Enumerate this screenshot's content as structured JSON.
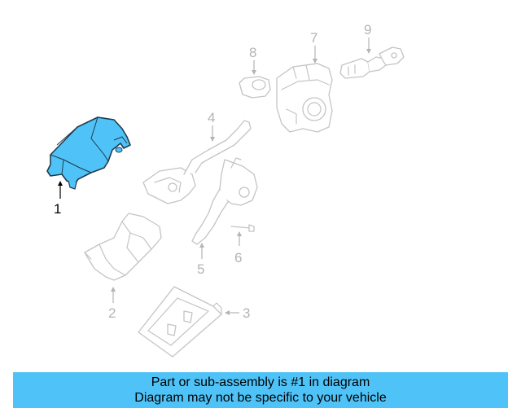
{
  "diagram": {
    "callouts": [
      {
        "id": "1",
        "label": "1",
        "highlighted": true
      },
      {
        "id": "2",
        "label": "2",
        "highlighted": false
      },
      {
        "id": "3",
        "label": "3",
        "highlighted": false
      },
      {
        "id": "4",
        "label": "4",
        "highlighted": false
      },
      {
        "id": "5",
        "label": "5",
        "highlighted": false
      },
      {
        "id": "6",
        "label": "6",
        "highlighted": false
      },
      {
        "id": "7",
        "label": "7",
        "highlighted": false
      },
      {
        "id": "8",
        "label": "8",
        "highlighted": false
      },
      {
        "id": "9",
        "label": "9",
        "highlighted": false
      }
    ],
    "highlight_color": "#4fc3f7",
    "part_color": "#c4c4c4"
  },
  "banner": {
    "line1": "Part or sub-assembly is #1 in diagram",
    "line2": "Diagram may not be specific to your vehicle",
    "background": "#4fc3f7"
  }
}
